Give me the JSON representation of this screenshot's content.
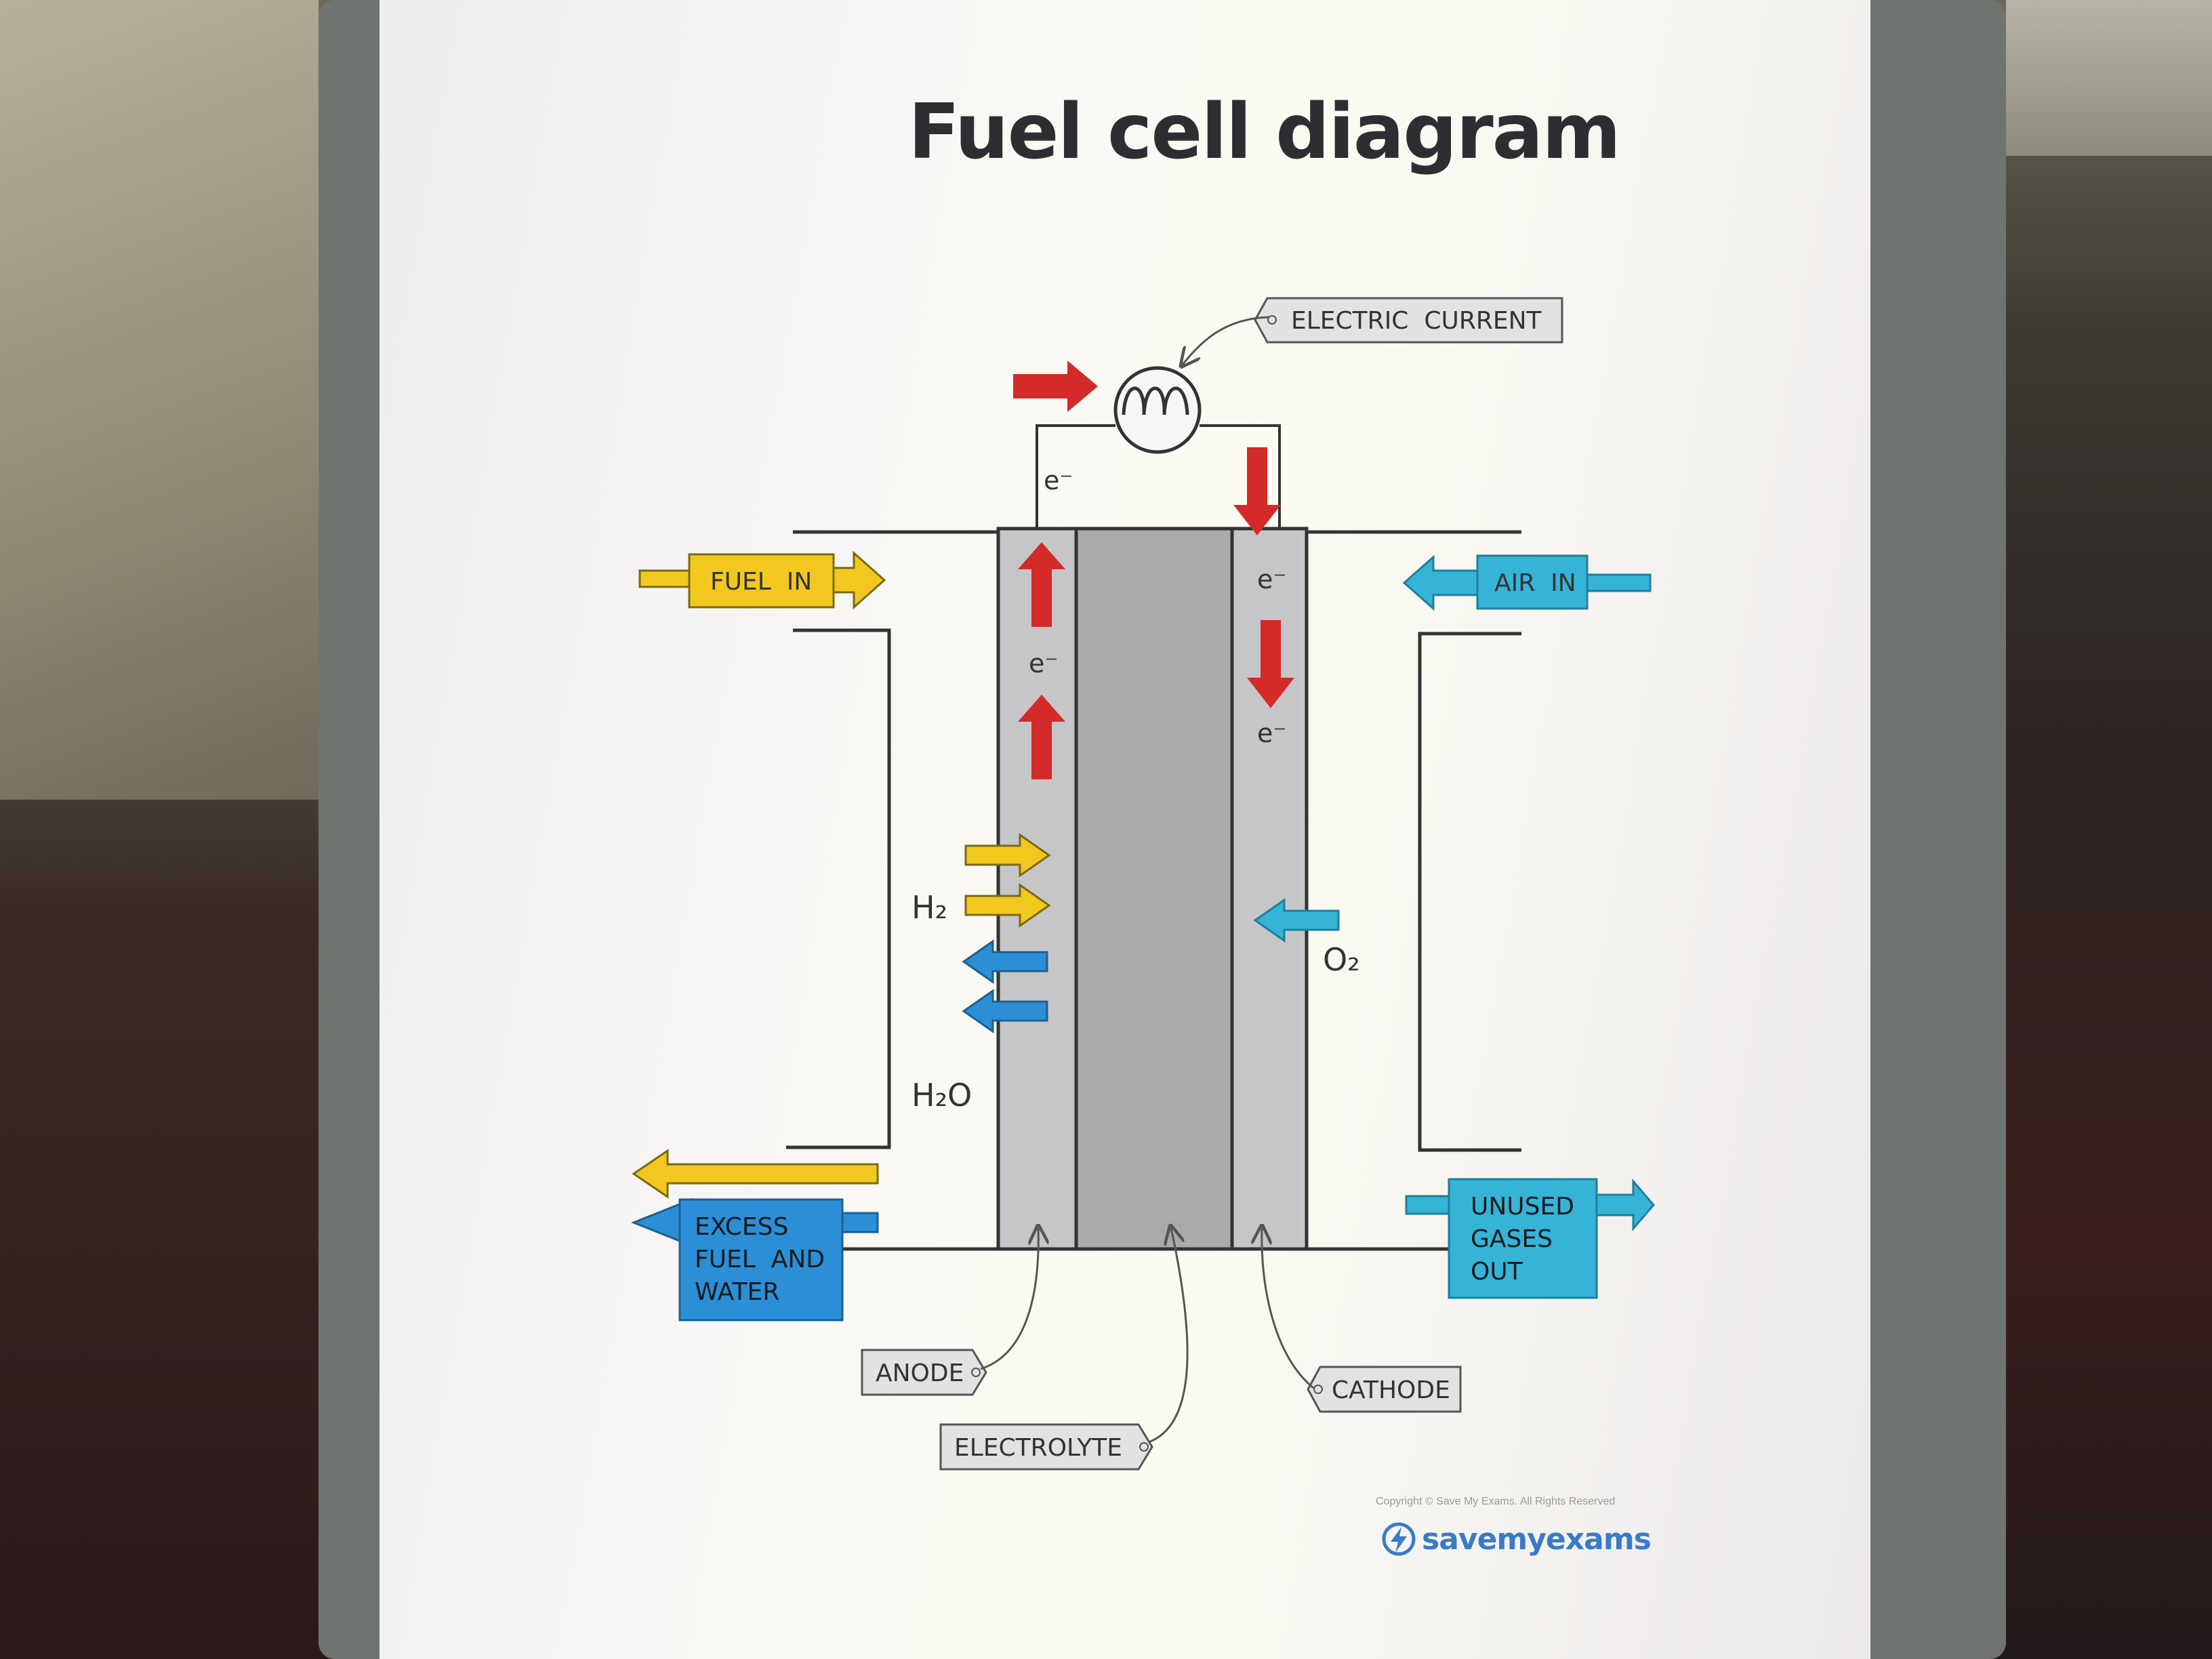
{
  "page": {
    "title": "Fuel cell diagram"
  },
  "diagram": {
    "labels": {
      "electric_current": "ELECTRIC  CURRENT",
      "fuel_in": "FUEL  IN",
      "air_in": "AIR  IN",
      "excess_line1": "EXCESS",
      "excess_line2": "FUEL  AND",
      "excess_line3": "WATER",
      "unused_line1": "UNUSED",
      "unused_line2": "GASES",
      "unused_line3": "OUT",
      "anode": "ANODE",
      "electrolyte": "ELECTROLYTE",
      "cathode": "CATHODE",
      "electron": "e⁻",
      "h2": "H₂",
      "h2o": "H₂O",
      "o2": "O₂"
    },
    "colors": {
      "fuel": "#f2c81f",
      "water": "#2a8fd6",
      "air": "#35b4d8",
      "electron_arrow": "#d42a2a",
      "electrode": "#c6c6c8",
      "electrolyte": "#a9aaac"
    }
  },
  "footer": {
    "copyright": "Copyright © Save My Exams. All Rights Reserved",
    "brand": "savemyexams"
  }
}
